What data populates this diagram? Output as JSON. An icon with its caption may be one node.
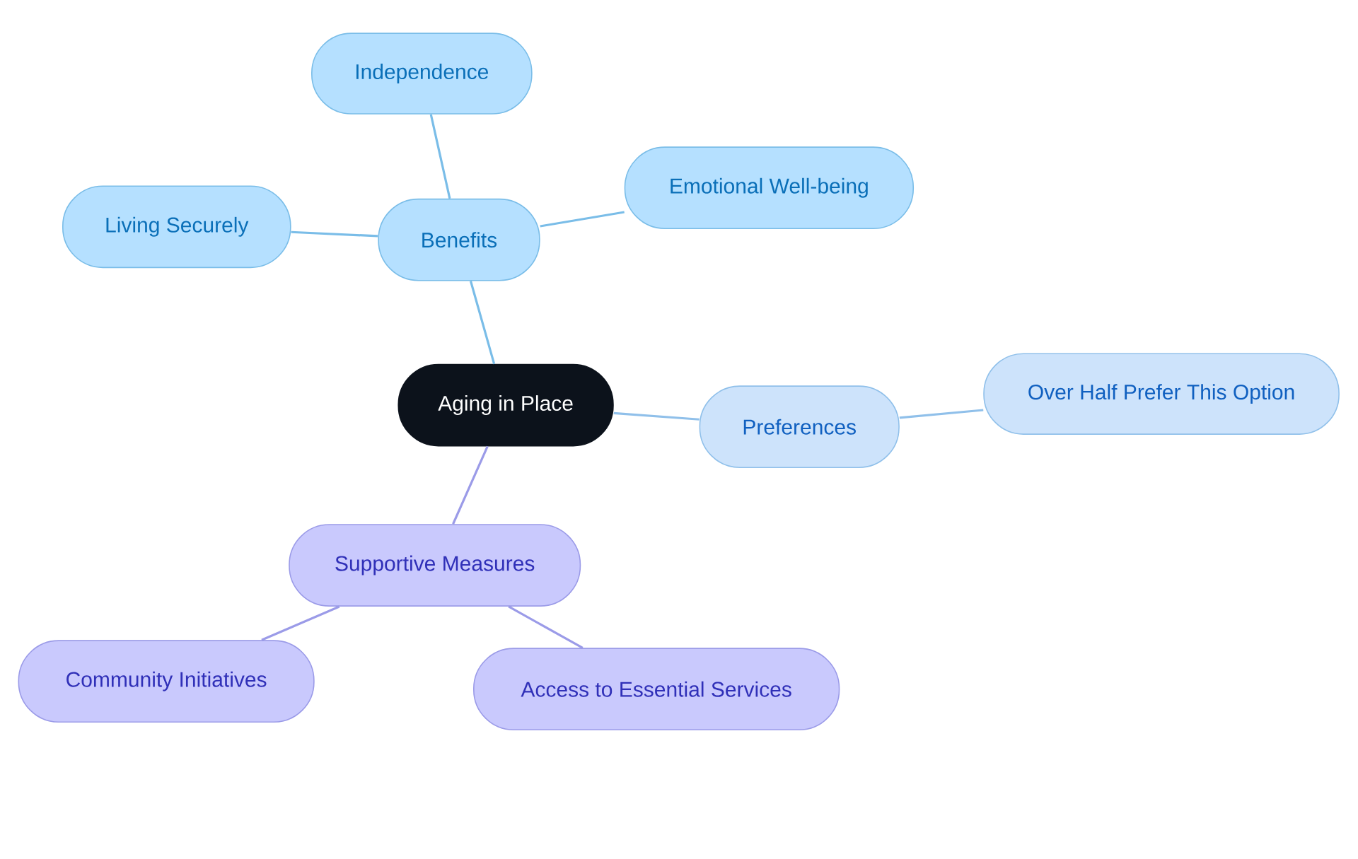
{
  "diagram": {
    "nodes": [
      {
        "text": [
          "Aging in Place"
        ]
      },
      {
        "text": [
          "Benefits"
        ]
      },
      {
        "text": [
          "Independence"
        ]
      },
      {
        "text": [
          "Living Securely"
        ]
      },
      {
        "text": [
          "Emotional Well-being"
        ]
      },
      {
        "text": [
          "Preferences"
        ]
      },
      {
        "text": [
          "Over Half Prefer This Option"
        ]
      },
      {
        "text": [
          "Supportive Measures"
        ]
      },
      {
        "text": [
          "Community Initiatives"
        ]
      },
      {
        "text": [
          "Access to Essential Services"
        ]
      }
    ],
    "edges": [
      {
        "from": 0,
        "to": 1,
        "arrow": "none"
      },
      {
        "from": 1,
        "to": 2,
        "arrow": "none"
      },
      {
        "from": 1,
        "to": 3,
        "arrow": "none"
      },
      {
        "from": 1,
        "to": 4,
        "arrow": "none"
      },
      {
        "from": 0,
        "to": 5,
        "arrow": "none",
        "color": "#90c0ea"
      },
      {
        "from": 5,
        "to": 6,
        "arrow": "none",
        "color": "#90c0ea"
      },
      {
        "from": 0,
        "to": 7,
        "arrow": "none",
        "color": "#9b9be8"
      },
      {
        "from": 7,
        "to": 8,
        "arrow": "none",
        "color": "#9b9be8"
      },
      {
        "from": 7,
        "to": 9,
        "arrow": "none",
        "color": "#9b9be8"
      }
    ]
  }
}
